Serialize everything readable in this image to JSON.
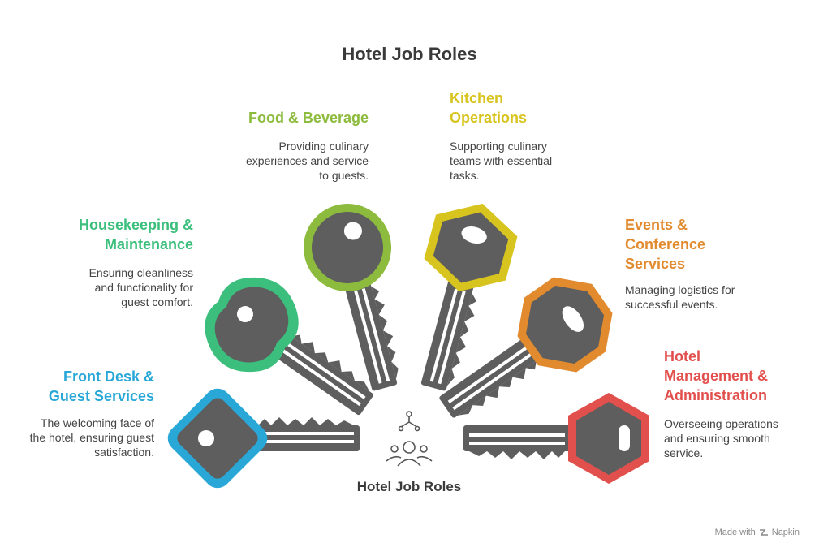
{
  "title": "Hotel Job Roles",
  "center_label": "Hotel Job Roles",
  "watermark": {
    "prefix": "Made with",
    "brand": "Napkin"
  },
  "roles": [
    {
      "heading": "Front Desk &\nGuest Services",
      "description": "The welcoming face of\nthe hotel, ensuring guest\nsatisfaction.",
      "color": "#29a8d8"
    },
    {
      "heading": "Housekeeping &\nMaintenance",
      "description": "Ensuring cleanliness\nand functionality for\nguest comfort.",
      "color": "#3cbf7c"
    },
    {
      "heading": "Food & Beverage",
      "description": "Providing culinary\nexperiences and service\nto guests.",
      "color": "#8dbb3e"
    },
    {
      "heading": "Kitchen\nOperations",
      "description": "Supporting culinary\nteams with essential\ntasks.",
      "color": "#d8c41e"
    },
    {
      "heading": "Events &\nConference\nServices",
      "description": "Managing logistics for\nsuccessful events.",
      "color": "#e28a2e"
    },
    {
      "heading": "Hotel\nManagement &\nAdministration",
      "description": "Overseeing operations\nand ensuring smooth\nservice.",
      "color": "#e2504e"
    }
  ],
  "icons": {
    "center": "people-network-icon",
    "keys": "key-icon",
    "watermark": "napkin-logo-icon"
  }
}
